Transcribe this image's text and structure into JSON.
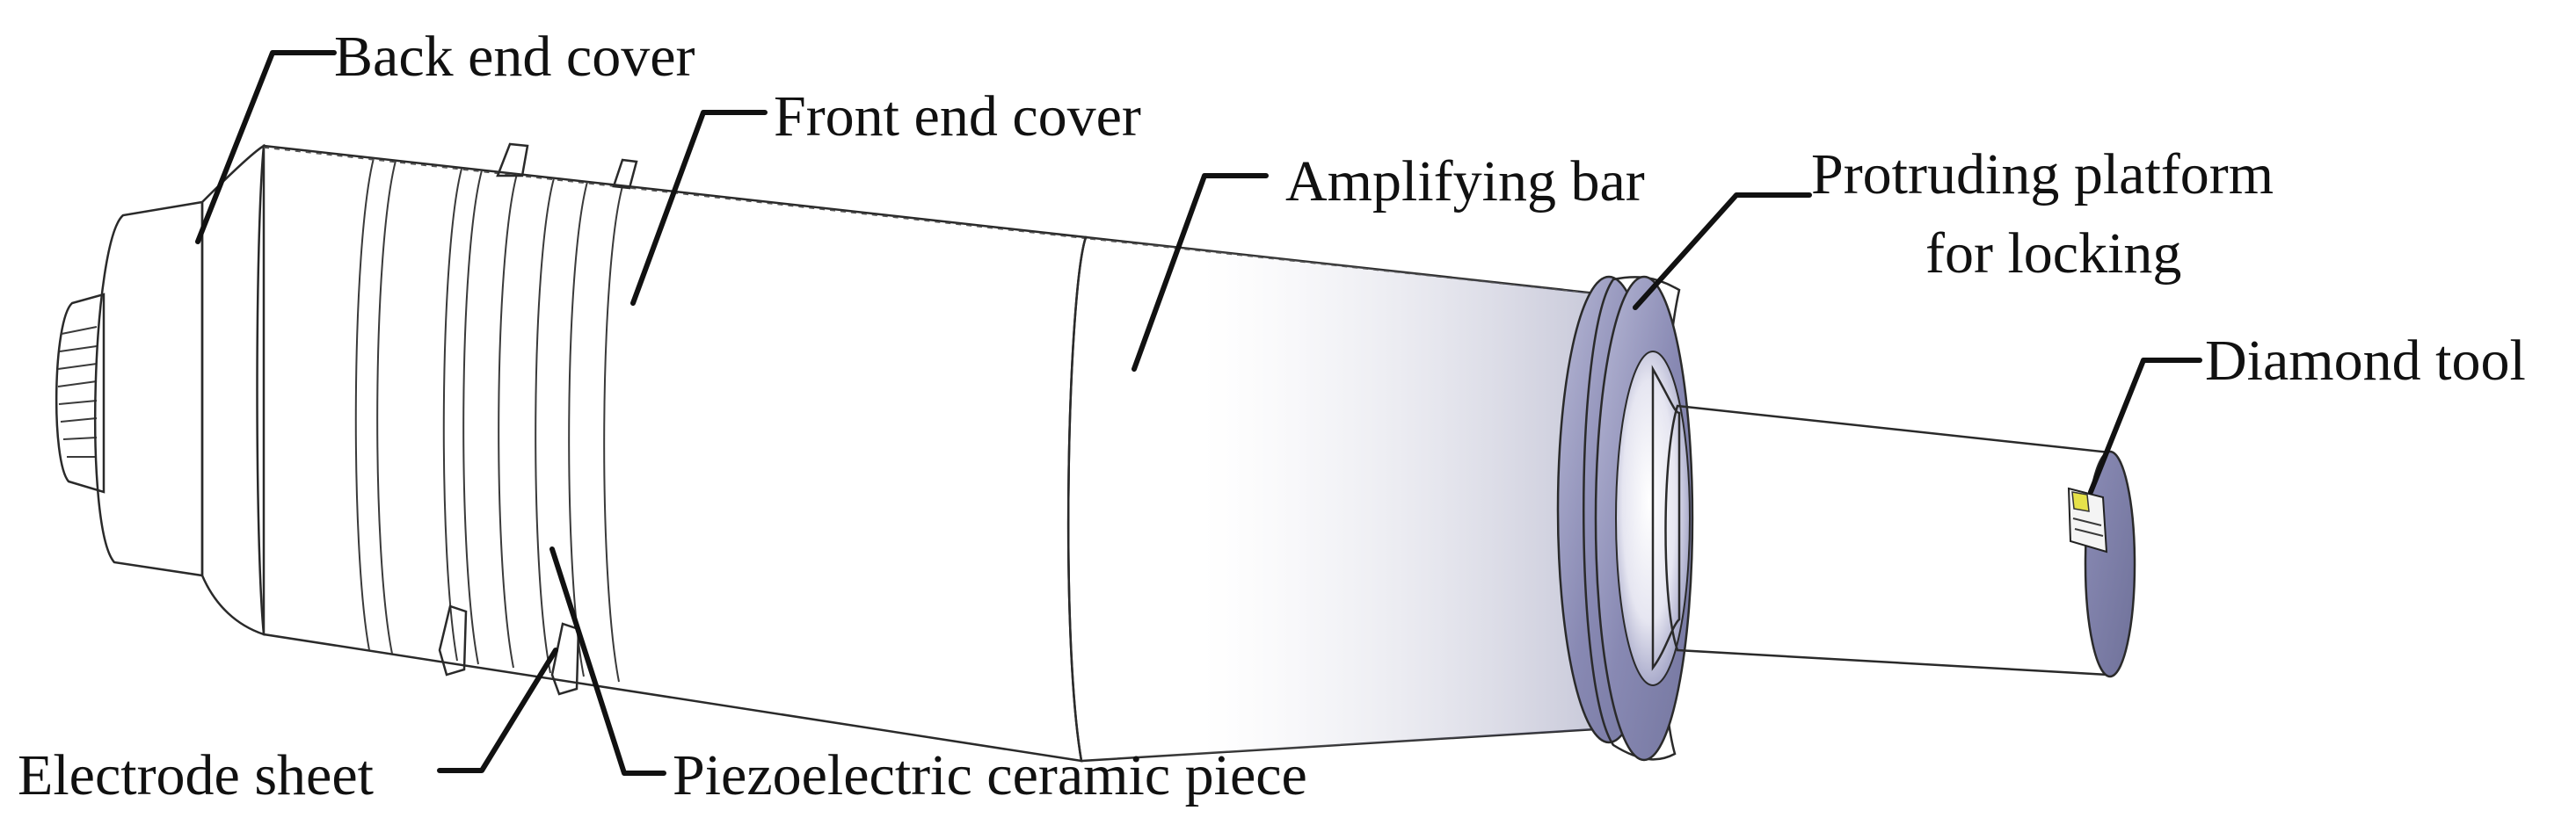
{
  "figure": {
    "labels": {
      "back_end_cover": "Back end cover",
      "front_end_cover": "Front end cover",
      "amplifying_bar": "Amplifying bar",
      "protruding_platform_line1": "Protruding platform",
      "protruding_platform_line2": "for locking",
      "diamond_tool": "Diamond tool",
      "electrode_sheet": "Electrode sheet",
      "piezoelectric_ceramic_piece": "Piezoelectric ceramic piece"
    },
    "colors": {
      "body_light": "#ffffff",
      "body_shade": "#f1f1f4",
      "metal_blue": "#8a8db6",
      "metal_blue_dark": "#6d6f98",
      "flange_purple": "#8788b2",
      "tool_yellow": "#e6e24a",
      "ink": "#111111"
    }
  }
}
